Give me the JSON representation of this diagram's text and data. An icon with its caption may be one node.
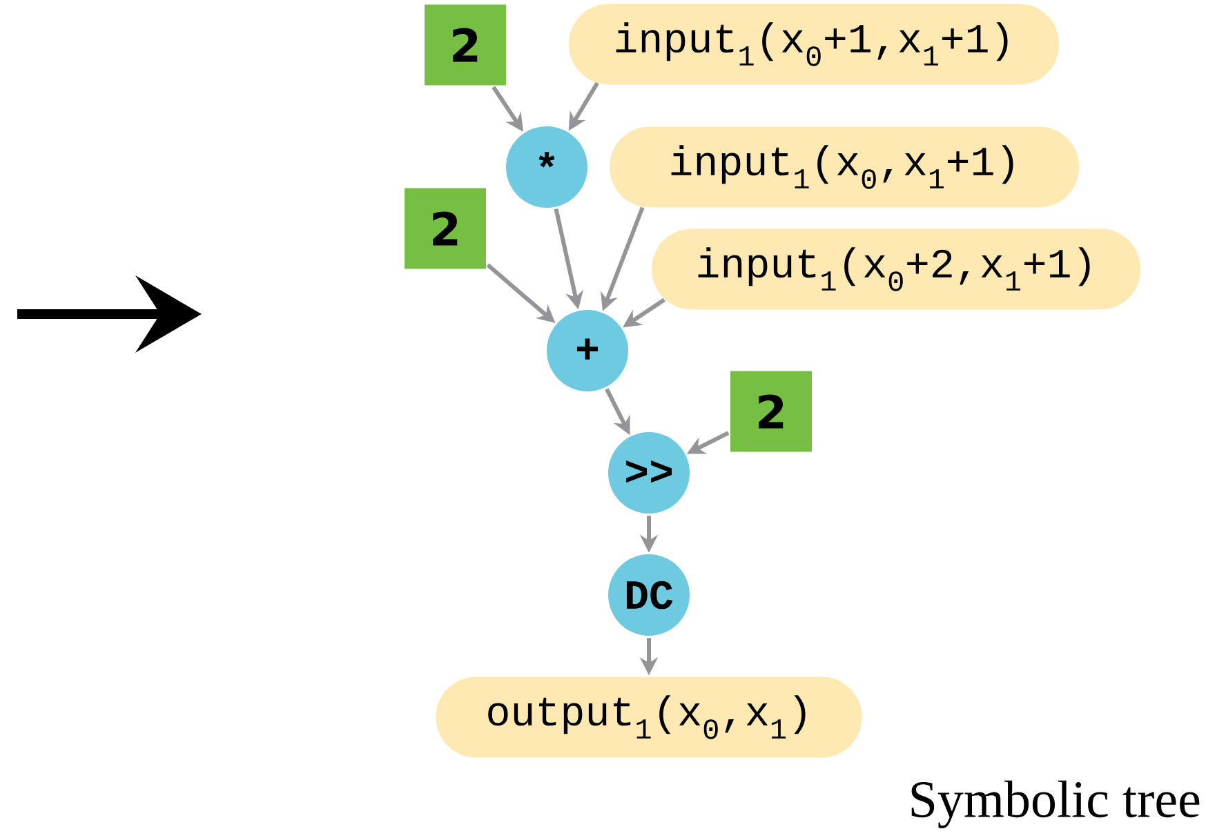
{
  "diagram": {
    "caption": "Symbolic tree",
    "nodes": [
      {
        "text": [
          "2"
        ]
      },
      {
        "text": [
          "input$_{1}$(x$_{0}$+1,x$_{1}$+1)"
        ]
      },
      {
        "text": [
          "*"
        ]
      },
      {
        "text": [
          "input$_{1}$(x$_{0}$,x$_{1}$+1)"
        ]
      },
      {
        "text": [
          "2"
        ]
      },
      {
        "text": [
          "input$_{1}$(x$_{0}$+2,x$_{1}$+1)"
        ]
      },
      {
        "text": [
          "+"
        ]
      },
      {
        "text": [
          "2"
        ]
      },
      {
        "text": [
          ">>"
        ]
      },
      {
        "text": [
          "DC"
        ]
      },
      {
        "text": [
          "output$_{1}$(x$_{0}$,x$_{1}$)"
        ]
      }
    ],
    "edges": [
      {
        "from": 0,
        "to": 2,
        "arrow": "to"
      },
      {
        "from": 1,
        "to": 2,
        "arrow": "to"
      },
      {
        "from": 2,
        "to": 6,
        "arrow": "to"
      },
      {
        "from": 3,
        "to": 6,
        "arrow": "to"
      },
      {
        "from": 4,
        "to": 6,
        "arrow": "to"
      },
      {
        "from": 5,
        "to": 6,
        "arrow": "to"
      },
      {
        "from": 6,
        "to": 8,
        "arrow": "to"
      },
      {
        "from": 7,
        "to": 8,
        "arrow": "to"
      },
      {
        "from": 8,
        "to": 9,
        "arrow": "to"
      },
      {
        "from": 9,
        "to": 10,
        "arrow": "to"
      }
    ]
  }
}
